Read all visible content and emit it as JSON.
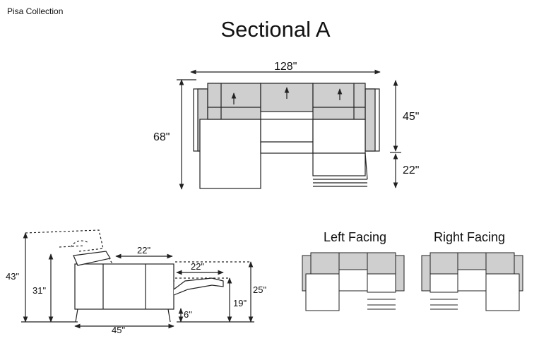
{
  "header": {
    "brand": "Pisa Collection",
    "title": "Sectional A"
  },
  "top_view": {
    "width_label": "128\"",
    "depth_label": "68\"",
    "back_depth_label": "45\"",
    "chaise_ext_label": "22\""
  },
  "side_view": {
    "total_height_label": "43\"",
    "back_height_label": "31\"",
    "seat_depth_label": "22\"",
    "footrest_label": "22\"",
    "footrest_height_label": "25\"",
    "seat_height_label": "19\"",
    "leg_height_label": "6\"",
    "depth_label": "45\""
  },
  "configurations": {
    "left_label": "Left Facing",
    "right_label": "Right Facing"
  },
  "colors": {
    "cushion_gray": "#cfcfcf",
    "line": "#222222",
    "background": "#ffffff"
  }
}
